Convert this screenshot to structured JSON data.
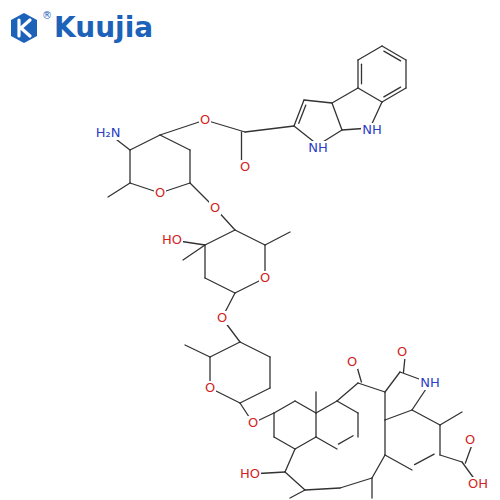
{
  "diagram": {
    "labels": [
      "®",
      "Kuujia",
      "NH",
      "NH",
      "H₂N",
      "O",
      "O",
      "O",
      "O",
      "HO",
      "O",
      "O",
      "O",
      "O",
      "O",
      "O",
      "NH",
      "HO",
      "O",
      "OH"
    ]
  }
}
